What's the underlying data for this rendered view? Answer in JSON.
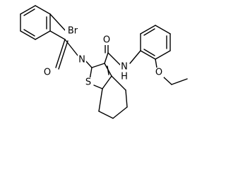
{
  "atoms": {
    "br": "Br",
    "n_imine": "N",
    "o_amide_left": "O",
    "s_thiophene": "S",
    "o_amide_right": "O",
    "nh_amide": "N",
    "h_amide": "H",
    "o_ether": "O"
  }
}
